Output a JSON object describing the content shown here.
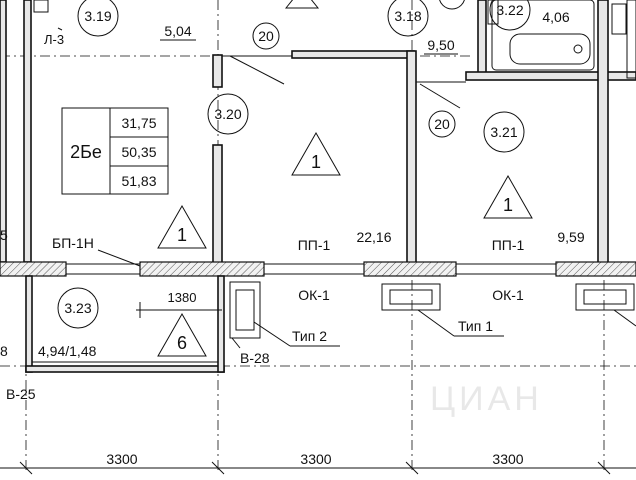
{
  "rooms": {
    "r319": "3.19",
    "r318": "3.18",
    "r322": "3.22",
    "r320": "3.20",
    "r321": "3.21",
    "r323": "3.23"
  },
  "areas": {
    "a_504": "5,04",
    "a_950": "9,50",
    "a_406": "4,06",
    "a_2216": "22,16",
    "a_959": "9,59",
    "a_494": "4,94/1,48",
    "a_25": "5",
    "a_8": "8"
  },
  "apartment": {
    "code": "2Бе",
    "values": [
      "31,75",
      "50,35",
      "51,83"
    ]
  },
  "markers": {
    "m20a": "20",
    "m20b": "20",
    "tri1a": "1",
    "tri1b": "1",
    "tri1c": "1",
    "tri6": "6"
  },
  "labels": {
    "l3": "Л-3",
    "bp1n": "БП-1Н",
    "pp1a": "ПП-1",
    "pp1b": "ПП-1",
    "ok1a": "ОК-1",
    "ok1b": "ОК-1",
    "tip2": "Тип 2",
    "tip1": "Тип 1",
    "v28": "В-28",
    "v25": "В-25",
    "dim1380": "1380"
  },
  "dimensions": [
    "3300",
    "3300",
    "3300"
  ],
  "watermark": "ЦИАН"
}
